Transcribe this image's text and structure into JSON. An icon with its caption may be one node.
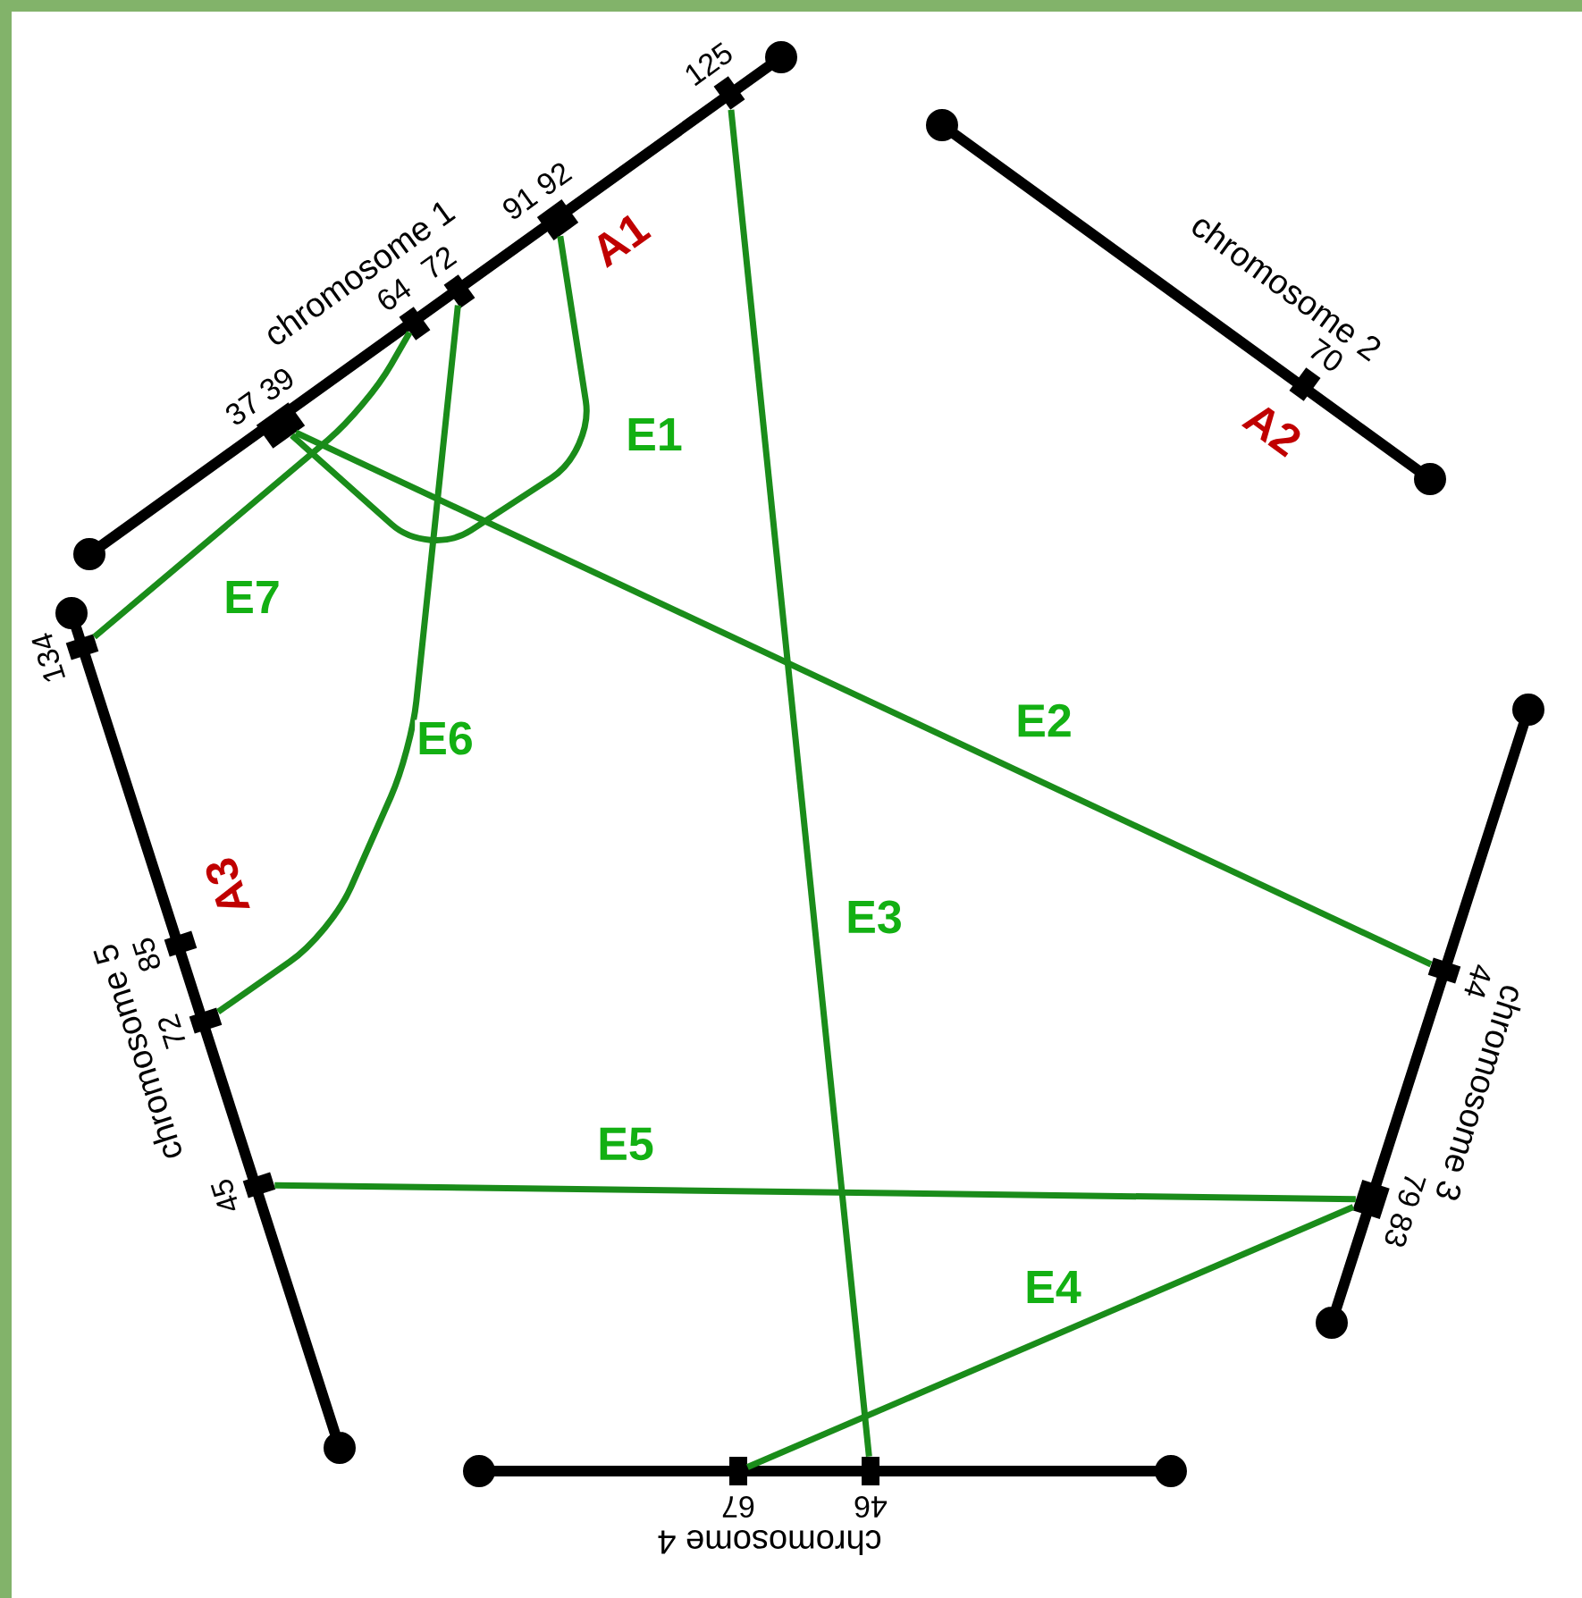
{
  "diagram": {
    "nodes": [
      {
        "text": [
          "chromosome 1"
        ]
      },
      {
        "text": [
          "chromosome 2"
        ]
      },
      {
        "text": [
          "chromosome 3"
        ]
      },
      {
        "text": [
          "chromosome 4"
        ]
      },
      {
        "text": [
          "chromosome 5"
        ]
      },
      {
        "text": [],
        "shape": "box",
        "beside": [
          "37",
          "39"
        ]
      },
      {
        "text": [],
        "shape": "box",
        "beside": [
          "64"
        ]
      },
      {
        "text": [],
        "shape": "box",
        "beside": [
          "72"
        ]
      },
      {
        "text": [],
        "shape": "box",
        "beside": [
          "91",
          "92"
        ]
      },
      {
        "text": [],
        "shape": "box",
        "beside": [
          "125"
        ]
      },
      {
        "text": [],
        "shape": "box",
        "beside": [
          "70"
        ]
      },
      {
        "text": [],
        "shape": "box",
        "beside": [
          "44"
        ]
      },
      {
        "text": [],
        "shape": "box",
        "beside": [
          "79",
          "83"
        ]
      },
      {
        "text": [],
        "shape": "box",
        "beside": [
          "67"
        ]
      },
      {
        "text": [],
        "shape": "box",
        "beside": [
          "46"
        ]
      },
      {
        "text": [],
        "shape": "box",
        "beside": [
          "134"
        ]
      },
      {
        "text": [],
        "shape": "box",
        "beside": [
          "85"
        ]
      },
      {
        "text": [],
        "shape": "box",
        "beside": [
          "72"
        ]
      },
      {
        "text": [],
        "shape": "box",
        "beside": [
          "45"
        ]
      }
    ],
    "edges": [
      {
        "from": 5,
        "to": 8,
        "arrow": "none",
        "label": "E1"
      },
      {
        "from": 5,
        "to": 11,
        "arrow": "none",
        "label": "E2"
      },
      {
        "from": 9,
        "to": 14,
        "arrow": "none",
        "label": "E3"
      },
      {
        "from": 12,
        "to": 13,
        "arrow": "none",
        "label": "E4"
      },
      {
        "from": 18,
        "to": 12,
        "arrow": "none",
        "label": "E5"
      },
      {
        "from": 7,
        "to": 17,
        "arrow": "none",
        "label": "E6"
      },
      {
        "from": 6,
        "to": 15,
        "arrow": "none",
        "label": "E7"
      }
    ],
    "labels": [
      "A1",
      "A2",
      "A3"
    ]
  }
}
